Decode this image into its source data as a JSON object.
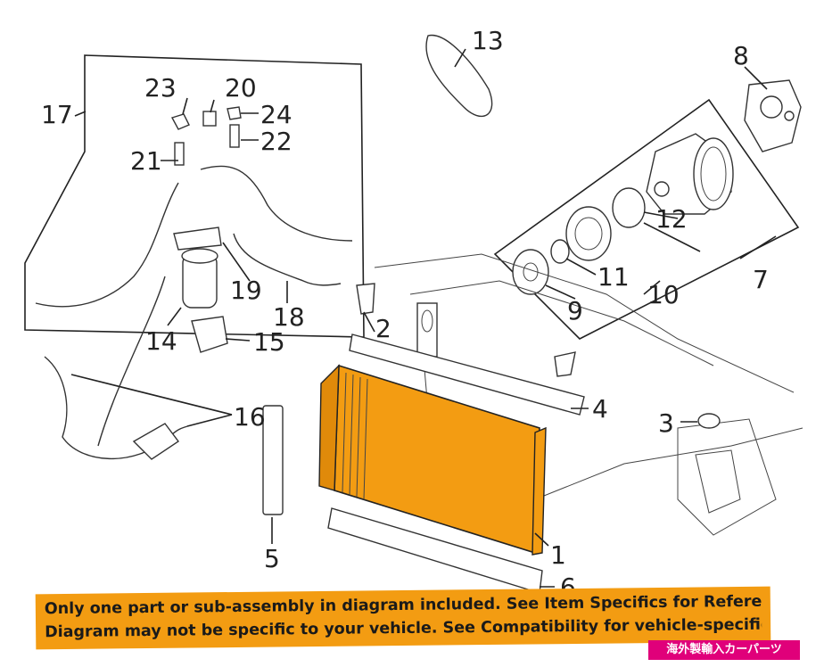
{
  "callouts": {
    "c1": "1",
    "c2": "2",
    "c3": "3",
    "c4": "4",
    "c5": "5",
    "c6": "6",
    "c7": "7",
    "c8": "8",
    "c9": "9",
    "c10": "10",
    "c11": "11",
    "c12": "12",
    "c13": "13",
    "c14": "14",
    "c15": "15",
    "c16": "16",
    "c17": "17",
    "c18": "18",
    "c19": "19",
    "c20": "20",
    "c21": "21",
    "c22": "22",
    "c23": "23",
    "c24": "24"
  },
  "banner": {
    "line1": "Only one part or sub-assembly in diagram included. See Item Specifics for Reference #.",
    "line2": "Diagram may not be specific to your vehicle. See Compatibility for vehicle-specific fitment."
  },
  "badge": {
    "text": "海外製輸入カーパーツ"
  },
  "colors": {
    "highlight": "#f39c12",
    "badge": "#e0007a"
  }
}
